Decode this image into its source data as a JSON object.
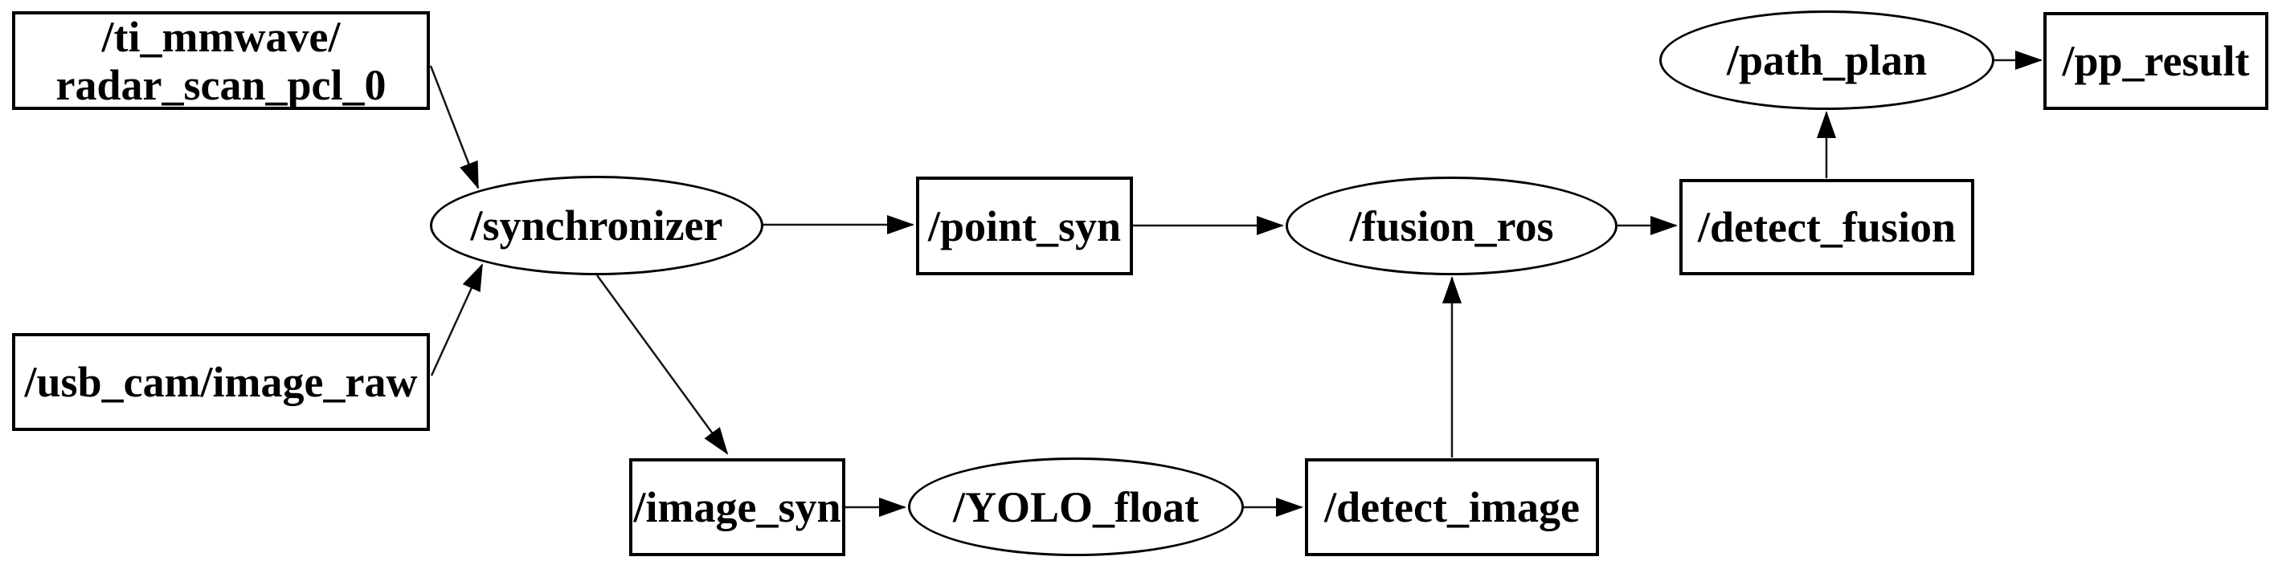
{
  "diagram": {
    "kind": "ros-node-graph",
    "colors": {
      "background": "#ffffff",
      "stroke": "#000000",
      "text": "#000000"
    },
    "nodes": {
      "ti_mmwave_radar_scan_pcl_0": {
        "shape": "rectangle",
        "label_line1": "/ti_mmwave/",
        "label_line2": "radar_scan_pcl_0"
      },
      "usb_cam_image_raw": {
        "shape": "rectangle",
        "label": "/usb_cam/image_raw"
      },
      "synchronizer": {
        "shape": "ellipse",
        "label": "/synchronizer"
      },
      "point_syn": {
        "shape": "rectangle",
        "label": "/point_syn"
      },
      "image_syn": {
        "shape": "rectangle",
        "label": "/image_syn"
      },
      "yolo_float": {
        "shape": "ellipse",
        "label": "/YOLO_float"
      },
      "detect_image": {
        "shape": "rectangle",
        "label": "/detect_image"
      },
      "fusion_ros": {
        "shape": "ellipse",
        "label": "/fusion_ros"
      },
      "detect_fusion": {
        "shape": "rectangle",
        "label": "/detect_fusion"
      },
      "path_plan": {
        "shape": "ellipse",
        "label": "/path_plan"
      },
      "pp_result": {
        "shape": "rectangle",
        "label": "/pp_result"
      }
    },
    "edges": [
      {
        "from": "/ti_mmwave/radar_scan_pcl_0",
        "to": "/synchronizer"
      },
      {
        "from": "/usb_cam/image_raw",
        "to": "/synchronizer"
      },
      {
        "from": "/synchronizer",
        "to": "/point_syn"
      },
      {
        "from": "/synchronizer",
        "to": "/image_syn"
      },
      {
        "from": "/point_syn",
        "to": "/fusion_ros"
      },
      {
        "from": "/image_syn",
        "to": "/YOLO_float"
      },
      {
        "from": "/YOLO_float",
        "to": "/detect_image"
      },
      {
        "from": "/detect_image",
        "to": "/fusion_ros"
      },
      {
        "from": "/fusion_ros",
        "to": "/detect_fusion"
      },
      {
        "from": "/detect_fusion",
        "to": "/path_plan"
      },
      {
        "from": "/path_plan",
        "to": "/pp_result"
      }
    ]
  }
}
